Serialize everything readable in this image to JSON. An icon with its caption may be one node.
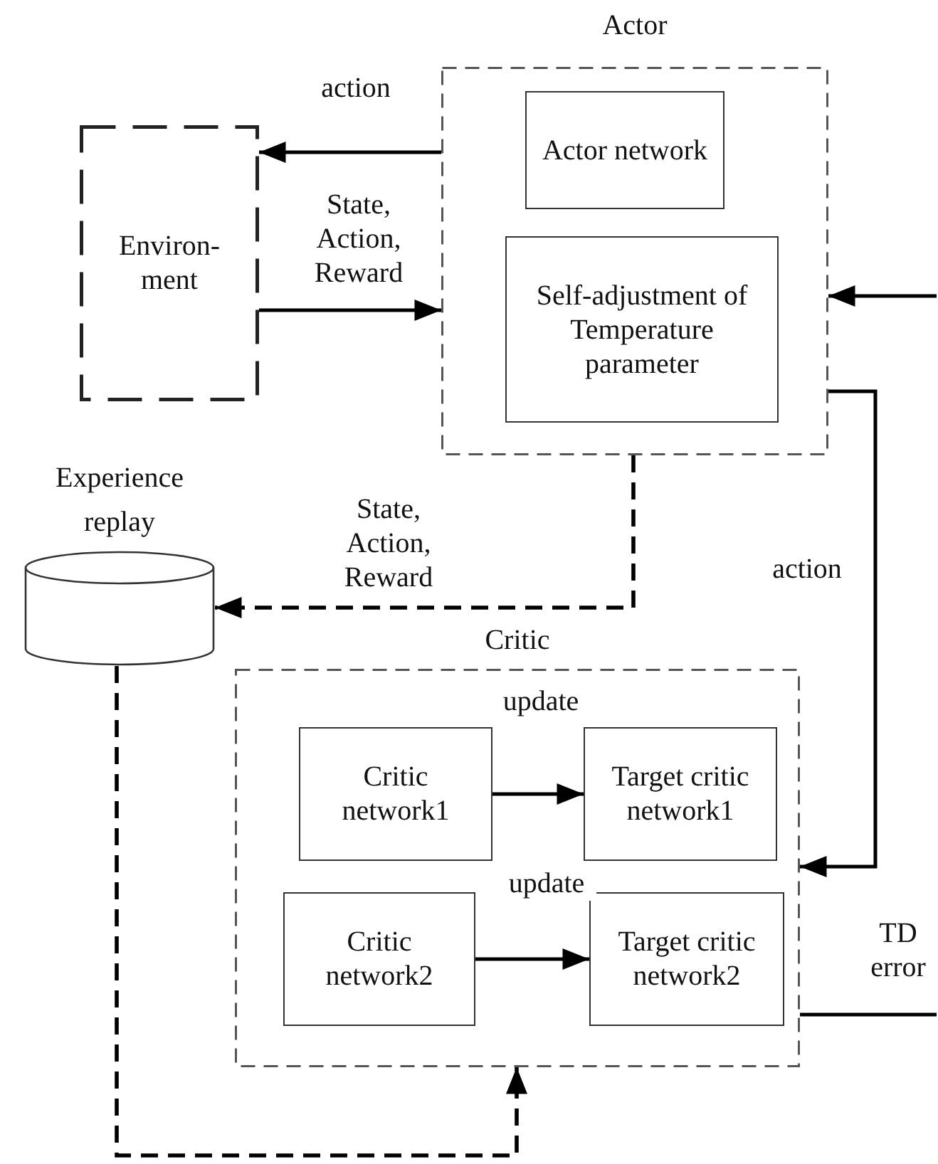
{
  "diagram": {
    "nodes": [
      {
        "text": [
          "Environ- ment"
        ]
      },
      {
        "text": [
          "Actor"
        ]
      },
      {
        "text": [
          "Actor network"
        ],
        "in": 1
      },
      {
        "text": [
          "Self-adjustment of Temperature parameter"
        ],
        "in": 1
      },
      {
        "text": [
          "Experience replay"
        ]
      },
      {
        "text": [
          "Critic"
        ]
      },
      {
        "text": [
          "Critic network1"
        ],
        "in": 5
      },
      {
        "text": [
          "Target critic network1"
        ],
        "in": 5
      },
      {
        "text": [
          "Critic network2"
        ],
        "in": 5
      },
      {
        "text": [
          "Target critic network2"
        ],
        "in": 5
      }
    ],
    "edges": [
      {
        "from": 1,
        "to": 0,
        "arrow": "to",
        "label": "action"
      },
      {
        "from": 0,
        "to": 1,
        "arrow": "to",
        "label": "State, Action, Reward"
      },
      {
        "from": 1,
        "to": 4,
        "arrow": "to",
        "label": "State, Action, Reward",
        "style": "dashed"
      },
      {
        "from": 4,
        "to": 5,
        "arrow": "to",
        "style": "dashed"
      },
      {
        "from": 1,
        "to": 5,
        "arrow": "to",
        "label": "action"
      },
      {
        "from": null,
        "to": 1,
        "arrow": "to"
      },
      {
        "from": 5,
        "to": null,
        "arrow": "none",
        "label": "TD error"
      },
      {
        "from": 6,
        "to": 7,
        "arrow": "to",
        "label": "update"
      },
      {
        "from": 8,
        "to": 9,
        "arrow": "to",
        "label": "update"
      }
    ]
  }
}
